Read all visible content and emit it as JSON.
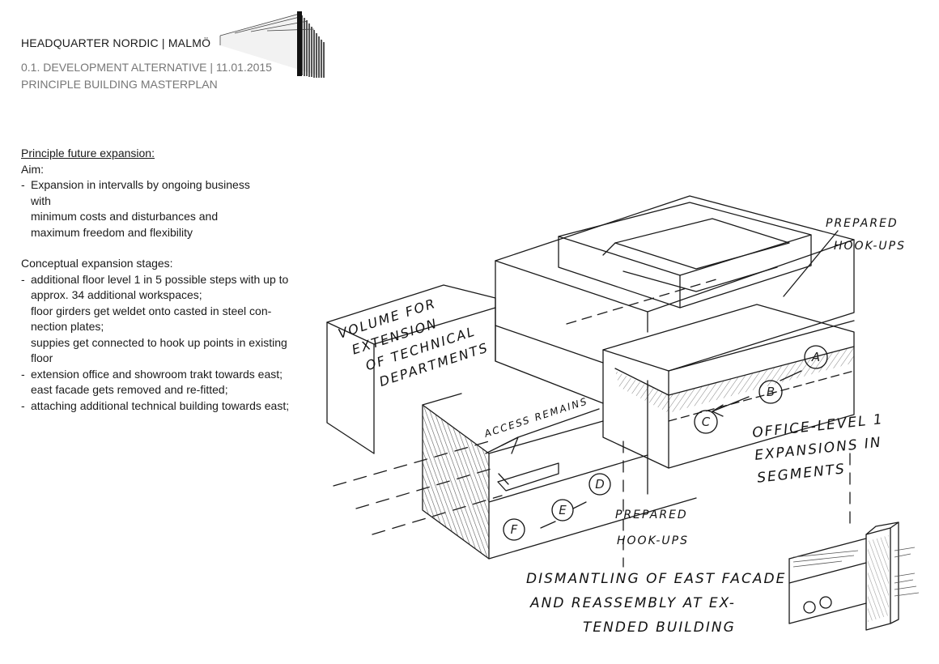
{
  "header": {
    "title": "HEADQUARTER NORDIC | MALMÖ",
    "subtitle": "0.1. DEVELOPMENT ALTERNATIVE | 11.01.2015",
    "subtitle2": "PRINCIPLE BUILDING MASTERPLAN"
  },
  "notes": {
    "heading": "Principle future expansion:",
    "aim_label": "Aim:",
    "aim_lines": [
      "Expansion in intervalls by ongoing business",
      "with",
      "minimum costs and disturbances and",
      "maximum freedom and flexibility"
    ],
    "stages_label": "Conceptual expansion stages:",
    "stage1": [
      "additional floor level 1 in 5 possible steps with up to",
      "approx. 34 additional workspaces;",
      "floor girders get weldet onto casted in steel con-",
      "nection plates;",
      "suppies get connected to hook up points in existing",
      "floor"
    ],
    "stage2": [
      "extension office and showroom trakt towards east;",
      "east facade gets removed and re-fitted;"
    ],
    "stage3": [
      "attaching additional technical building towards east;"
    ]
  },
  "sketch": {
    "volume_label": [
      "VOLUME FOR",
      "EXTENSION",
      "OF TECHNICAL",
      "DEPARTMENTS"
    ],
    "access_label": "ACCESS REMAINS",
    "hookups_top": [
      "PREPARED",
      "HOOK-UPS"
    ],
    "hookups_bottom": [
      "PREPARED",
      "HOOK-UPS"
    ],
    "office_label": [
      "OFFICE-LEVEL 1",
      "EXPANSIONS IN",
      "SEGMENTS"
    ],
    "dismantling_label": [
      "DISMANTLING OF EAST FACADE",
      "AND REASSEMBLY AT EX-",
      "TENDED BUILDING"
    ],
    "segments": [
      "A",
      "B",
      "C",
      "D",
      "E",
      "F"
    ]
  }
}
